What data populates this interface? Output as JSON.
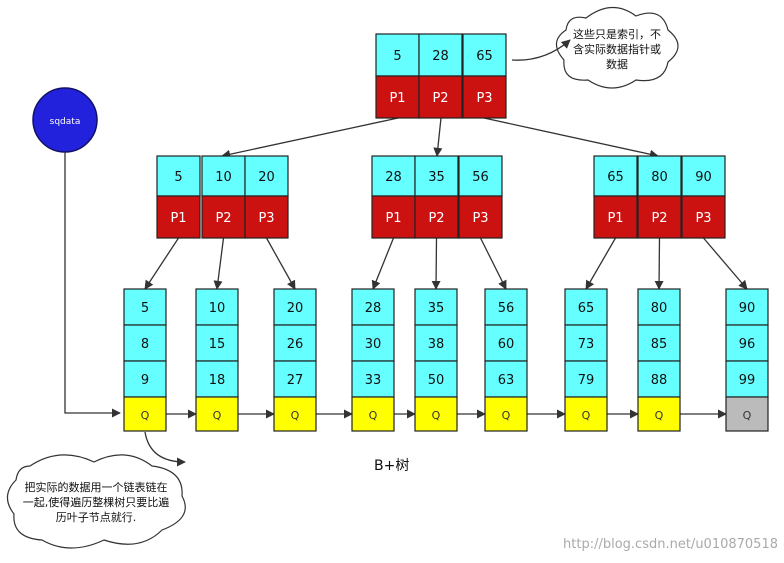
{
  "root_node": {
    "keys": [
      "5",
      "28",
      "65"
    ],
    "pointers": [
      "P1",
      "P2",
      "P3"
    ]
  },
  "internal_nodes": [
    {
      "keys": [
        "5",
        "10",
        "20"
      ],
      "pointers": [
        "P1",
        "P2",
        "P3"
      ]
    },
    {
      "keys": [
        "28",
        "35",
        "56"
      ],
      "pointers": [
        "P1",
        "P2",
        "P3"
      ]
    },
    {
      "keys": [
        "65",
        "80",
        "90"
      ],
      "pointers": [
        "P1",
        "P2",
        "P3"
      ]
    }
  ],
  "leaf_nodes": [
    {
      "keys": [
        "5",
        "8",
        "9"
      ],
      "link": "Q"
    },
    {
      "keys": [
        "10",
        "15",
        "18"
      ],
      "link": "Q"
    },
    {
      "keys": [
        "20",
        "26",
        "27"
      ],
      "link": "Q"
    },
    {
      "keys": [
        "28",
        "30",
        "33"
      ],
      "link": "Q"
    },
    {
      "keys": [
        "35",
        "38",
        "50"
      ],
      "link": "Q"
    },
    {
      "keys": [
        "56",
        "60",
        "63"
      ],
      "link": "Q"
    },
    {
      "keys": [
        "65",
        "73",
        "79"
      ],
      "link": "Q"
    },
    {
      "keys": [
        "80",
        "85",
        "88"
      ],
      "link": "Q"
    },
    {
      "keys": [
        "90",
        "96",
        "99"
      ],
      "link": "Q"
    }
  ],
  "start_pointer_label": "sqdata",
  "index_note": "这些只是索引，不含实际数据指针或数据",
  "index_note_lines": [
    "这些只是索引，不",
    "含实际数据指针或",
    "数据"
  ],
  "linked_list_note": "把实际的数据用一个链表链在一起,使得遍历整棵树只要比遍历叶子节点就行.",
  "linked_list_note_lines": [
    "把实际的数据用一个链表链在",
    "一起,使得遍历整棵树只要比遍",
    "历叶子节点就行."
  ],
  "caption": "B+树",
  "watermark": "http://blog.csdn.net/u010870518",
  "colors": {
    "key_cell": "#66ffff",
    "pointer_cell": "#cc1111",
    "link_cell": "#ffff00",
    "last_link_cell": "#bbbbbb",
    "start_circle": "#2222dd"
  }
}
